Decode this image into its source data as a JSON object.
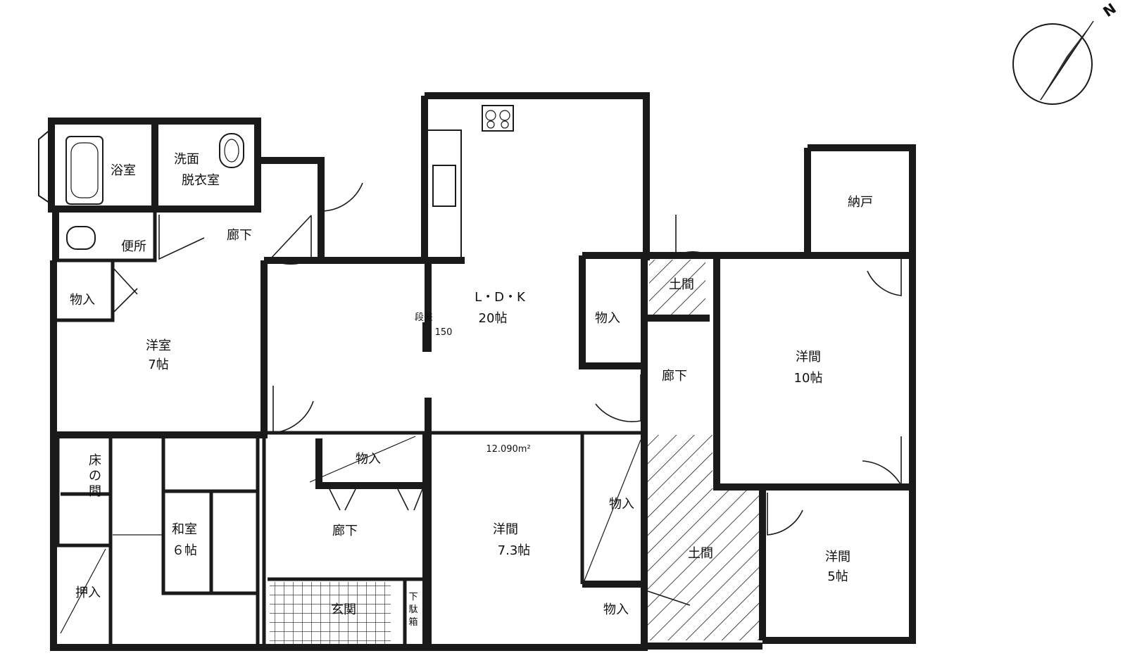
{
  "rooms": {
    "bathroom": "浴室",
    "washroom_line1": "洗面",
    "washroom_line2": "脱衣室",
    "toilet": "便所",
    "hallway_top": "廊下",
    "closet_west": "物入",
    "western_room_7": {
      "name": "洋室",
      "size": "7帖"
    },
    "tokonoma_line1": "床",
    "tokonoma_line2": "の",
    "tokonoma_line3": "間",
    "oshiire": "押入",
    "japanese_room": {
      "name": "和室",
      "size": "６帖"
    },
    "ldk": {
      "name": "L・D・K",
      "size": "20帖"
    },
    "step": {
      "label": "段差",
      "value": "150"
    },
    "closet_mid": "物入",
    "hallway_mid": "廊下",
    "entrance": "玄関",
    "shoe_box_line1": "下",
    "shoe_box_line2": "駄",
    "shoe_box_line3": "箱",
    "western_room_73": {
      "name": "洋間",
      "size": "7.3帖"
    },
    "area": "12.090m²",
    "closet_ldk": "物入",
    "closet_east1": "物入",
    "closet_east2": "物入",
    "doma_small": "土間",
    "hallway_east": "廊下",
    "doma_large": "土間",
    "storage": "納戸",
    "western_room_10": {
      "name": "洋間",
      "size": "10帖"
    },
    "western_room_5": {
      "name": "洋間",
      "size": "5帖"
    }
  },
  "compass": {
    "label": "N"
  }
}
